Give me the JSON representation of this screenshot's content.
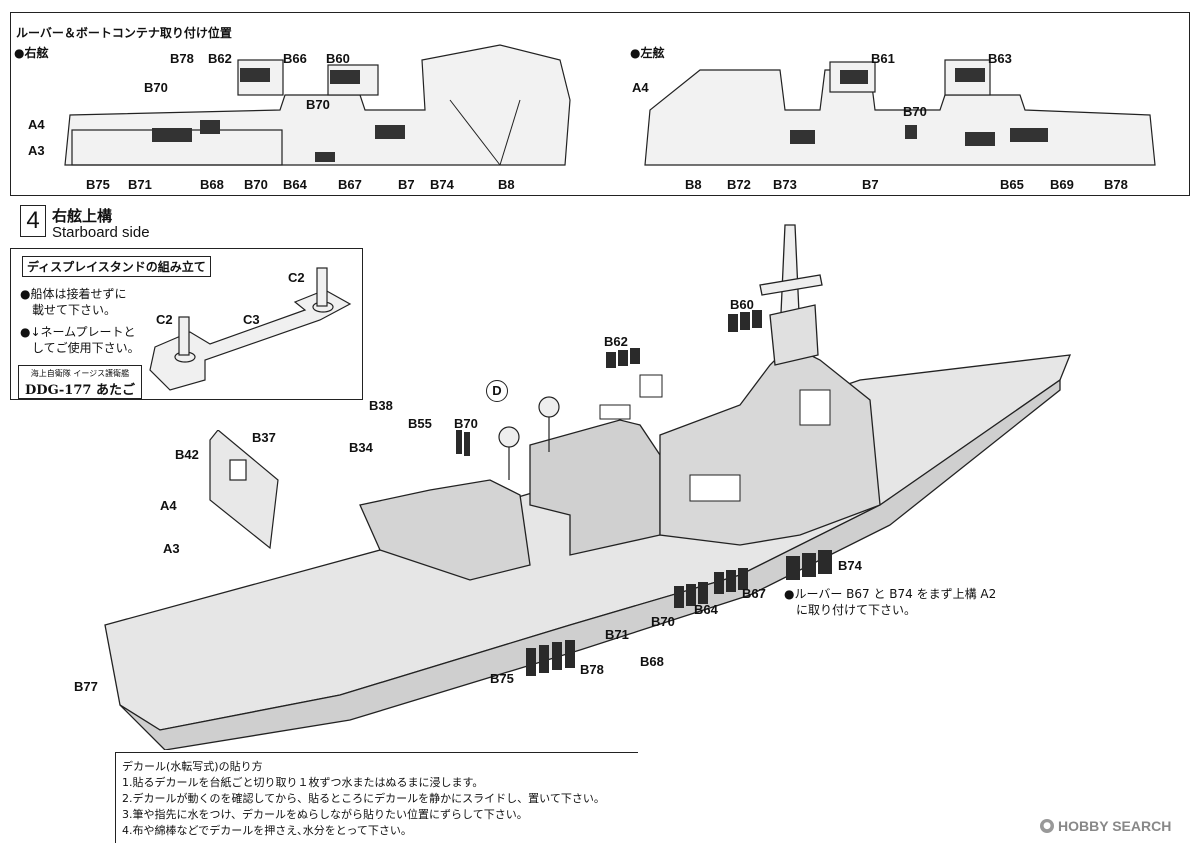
{
  "top_panel": {
    "title": "ルーバー＆ボートコンテナ取り付け位置",
    "starboard_label": "●右舷",
    "port_label": "●左舷",
    "starboard_parts": [
      "B78",
      "B62",
      "B66",
      "B60",
      "B70",
      "A4",
      "A3",
      "B70",
      "B75",
      "B71",
      "B68",
      "B70",
      "B64",
      "B67",
      "B7",
      "B74",
      "B8"
    ],
    "port_parts": [
      "A4",
      "B61",
      "B63",
      "B70",
      "B8",
      "B72",
      "B73",
      "B7",
      "B65",
      "B69",
      "B78"
    ]
  },
  "step": {
    "number": "4",
    "title_jp": "右舷上構",
    "title_en": "Starboard side"
  },
  "stand_box": {
    "title": "ディスプレイスタンドの組み立て",
    "note1_line1": "●船体は接着せずに",
    "note1_line2": "載せて下さい。",
    "note2_line1": "●↓ネームプレートと",
    "note2_line2": "してご使用下さい。",
    "nameplate_small": "海上自衛隊 イージス護衛艦",
    "nameplate_main": "DDG-177 あたご",
    "parts": [
      "C2",
      "C2",
      "C3"
    ]
  },
  "main_parts": {
    "b60": "B60",
    "b62": "B62",
    "d": "D",
    "b38": "B38",
    "b37": "B37",
    "b42": "B42",
    "b34": "B34",
    "b55": "B55",
    "b70a": "B70",
    "a4": "A4",
    "a3": "A3",
    "b74": "B74",
    "b67": "B67",
    "b64": "B64",
    "b70b": "B70",
    "b71": "B71",
    "b68": "B68",
    "b78": "B78",
    "b75": "B75",
    "b77": "B77"
  },
  "louver_note_line1": "●ルーバー B67 と B74 をまず上構 A2",
  "louver_note_line2": "に取り付けて下さい。",
  "decal": {
    "title": "デカール(水転写式)の貼り方",
    "steps": [
      "1.貼るデカールを台紙ごと切り取り１枚ずつ水またはぬるまに浸します。",
      "2.デカールが動くのを確認してから、貼るところにデカールを静かにスライドし、置いて下さい。",
      "3.筆や指先に水をつけ、デカールをぬらしながら貼りたい位置にずらして下さい。",
      "4.布や綿棒などでデカールを押さえ､水分をとって下さい。"
    ]
  },
  "watermark": "HOBBY SEARCH",
  "colors": {
    "line": "#222222",
    "fill": "#d9d9d9",
    "louver": "#2a2a2a"
  }
}
